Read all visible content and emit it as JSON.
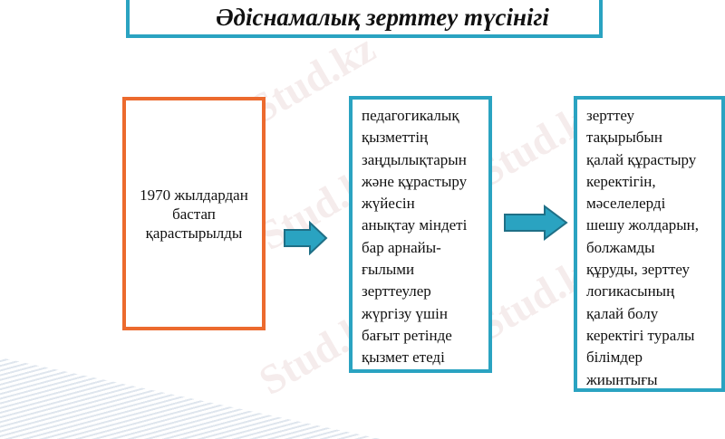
{
  "title": "Әдіснамалық зерттеу түсінігі",
  "boxes": [
    {
      "text": "1970 жылдардан\nбастап\nқарастырылды",
      "border_color": "#ec6a2e"
    },
    {
      "text": "педагогикалық\nқызметтің\nзаңдылықтарын\nжәне құрастыру\nжүйесін\nанықтау міндеті\nбар арнайы-\nғылыми\nзерттеулер\nжүргізу үшін\nбағыт ретінде\nқызмет етеді",
      "border_color": "#2aa3c1"
    },
    {
      "text": "зерттеу\nтақырыбын\nқалай құрастыру\nкеректігін,\nмәселелерді\nшешу жолдарын,\nболжамды\nқұруды, зерттеу\nлогикасының\nқалай болу\nкеректігі туралы\nбілімдер\nжиынтығы",
      "border_color": "#2aa3c1"
    }
  ],
  "watermark": "Stud.kz",
  "arrow_color": "#2aa3c1"
}
